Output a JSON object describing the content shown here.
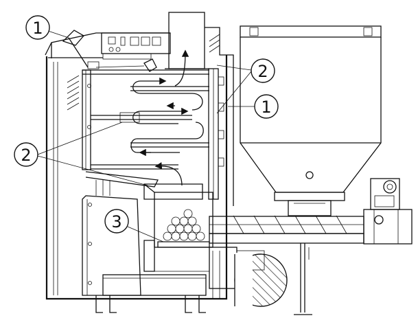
{
  "callouts": [
    {
      "id": "c1a",
      "text": "1"
    },
    {
      "id": "c2a",
      "text": "2"
    },
    {
      "id": "c1b",
      "text": "1"
    },
    {
      "id": "c2b",
      "text": "2"
    },
    {
      "id": "c3",
      "text": "3"
    }
  ]
}
